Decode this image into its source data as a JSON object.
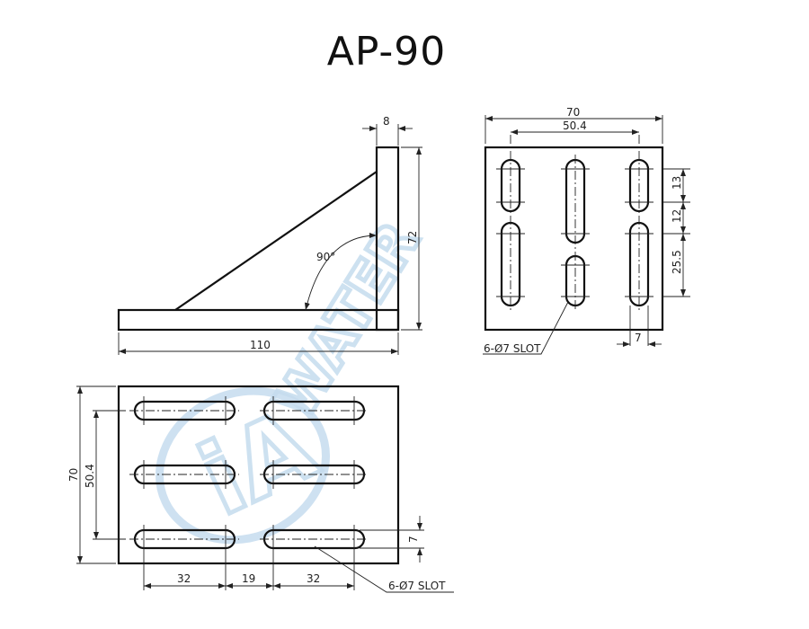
{
  "title": "AP-90",
  "side_view": {
    "dims": {
      "thickness": "8",
      "height": "72",
      "length": "110",
      "angle": "90°"
    }
  },
  "front_view": {
    "dims": {
      "width": "70",
      "hole_span": "50.4",
      "gap_top": "13",
      "gap_mid": "12",
      "gap_bottom": "25.5",
      "slot_width": "7"
    },
    "callout": "6-Ø7 SLOT"
  },
  "bottom_view": {
    "dims": {
      "height": "70",
      "hole_span": "50.4",
      "slot_len_left": "32",
      "gap": "19",
      "slot_len_right": "32",
      "slot_width": "7"
    },
    "callout": "6-Ø7 SLOT"
  },
  "watermark": {
    "logo": "iA",
    "color": "#c5dcee"
  }
}
